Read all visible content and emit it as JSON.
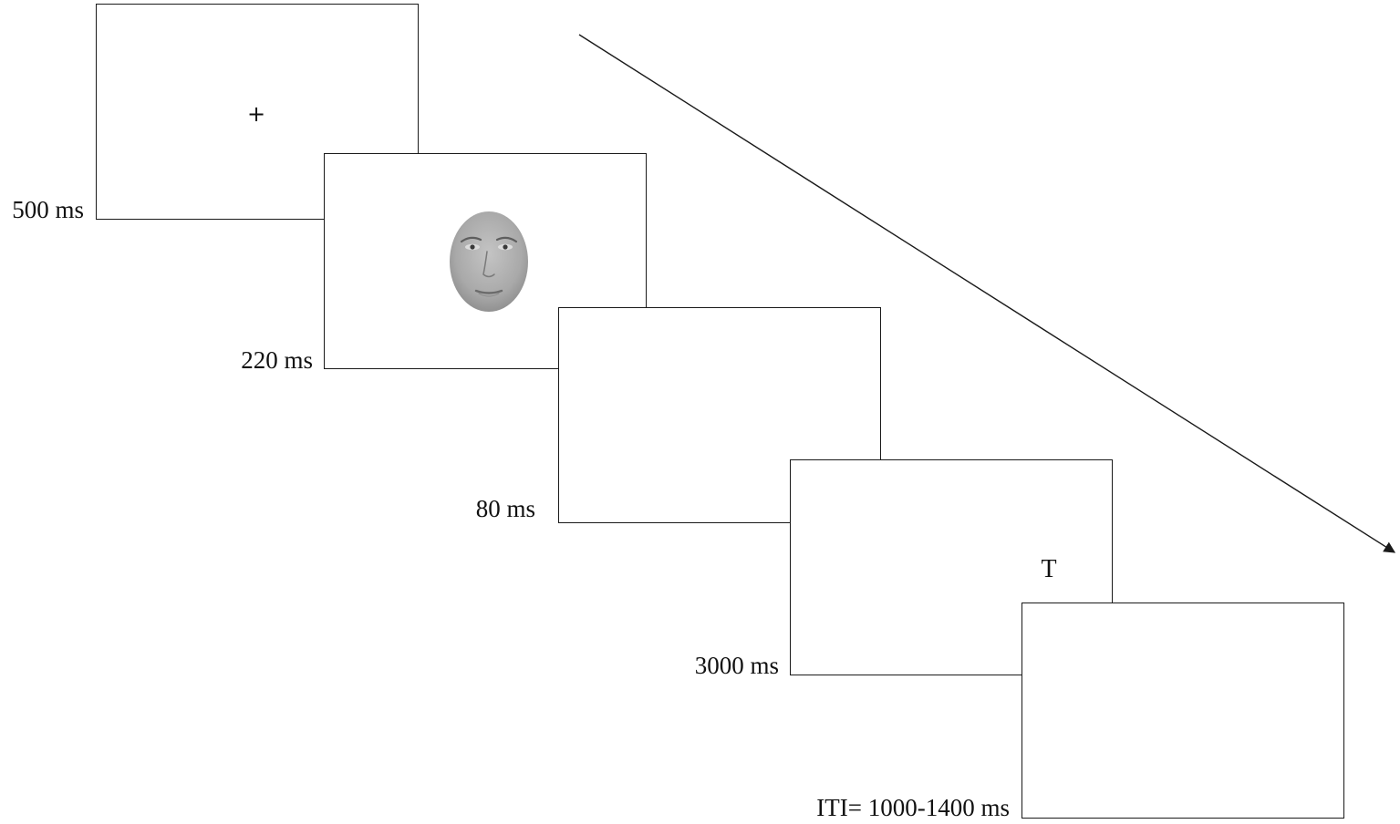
{
  "sequence": [
    {
      "screen": "fixation",
      "content": "+",
      "duration": "500 ms"
    },
    {
      "screen": "face",
      "content": "",
      "duration": "220 ms"
    },
    {
      "screen": "blank",
      "content": "",
      "duration": "80 ms"
    },
    {
      "screen": "target",
      "content": "T",
      "duration": "3000 ms"
    },
    {
      "screen": "inter-trial-interval",
      "content": "",
      "duration": "ITI= 1000-1400 ms"
    }
  ],
  "colors": {
    "stroke": "#1a1a1a",
    "face": "#a8a8a8",
    "background": "#ffffff"
  }
}
